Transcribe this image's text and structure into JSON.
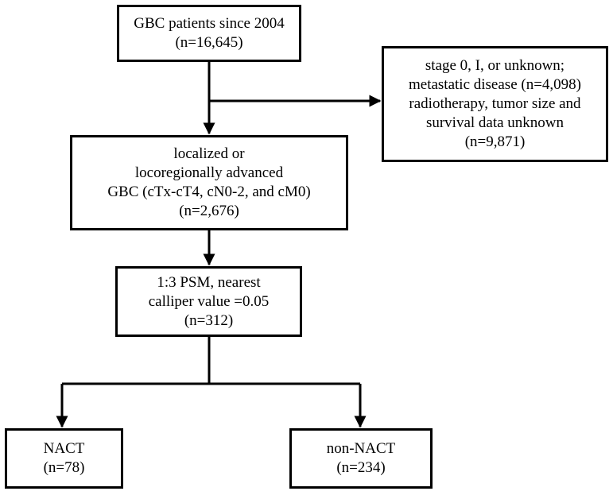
{
  "flowchart": {
    "start": {
      "lines": [
        "GBC patients since 2004",
        "(n=16,645)"
      ]
    },
    "excluded": {
      "lines": [
        "stage 0, I, or unknown;",
        "metastatic disease (n=4,098)",
        "radiotherapy, tumor size and",
        "survival data unknown",
        "(n=9,871)"
      ]
    },
    "localized": {
      "lines": [
        "localized or",
        "locoregionally advanced",
        "GBC (cTx-cT4, cN0-2, and cM0)",
        "(n=2,676)"
      ]
    },
    "psm": {
      "lines": [
        "1:3 PSM, nearest",
        "calliper value =0.05",
        "(n=312)"
      ]
    },
    "nact": {
      "lines": [
        "NACT",
        "(n=78)"
      ]
    },
    "non_nact": {
      "lines": [
        "non-NACT",
        "(n=234)"
      ]
    }
  },
  "colors": {
    "stroke": "#000000",
    "background": "#ffffff"
  }
}
